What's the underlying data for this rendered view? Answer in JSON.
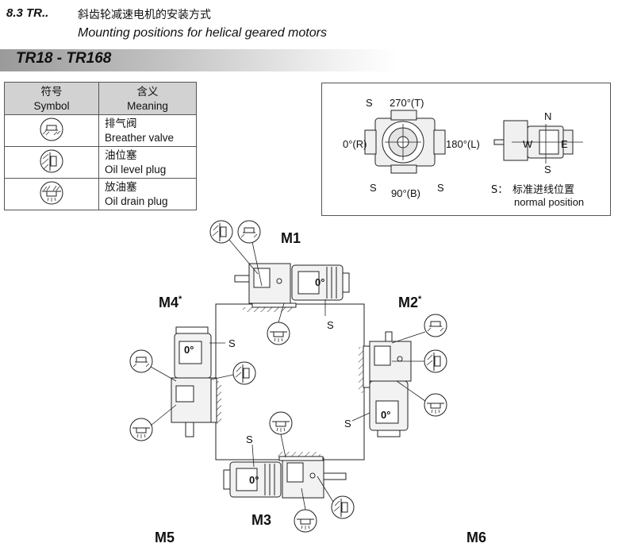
{
  "header": {
    "section_number": "8.3  TR..",
    "title_cn": "斜齿轮减速电机的安装方式",
    "title_en": "Mounting positions for helical geared motors"
  },
  "band_title": "TR18 - TR168",
  "symbol_table": {
    "col1_cn": "符号",
    "col1_en": "Symbol",
    "col2_cn": "含义",
    "col2_en": "Meaning",
    "rows": [
      {
        "icon": "breather-valve-icon",
        "cn": "排气阀",
        "en": "Breather valve"
      },
      {
        "icon": "oil-level-plug-icon",
        "cn": "油位塞",
        "en": "Oil level plug"
      },
      {
        "icon": "oil-drain-plug-icon",
        "cn": "放油塞",
        "en": "Oil drain plug"
      }
    ]
  },
  "terminal_box": {
    "top_angle": "270°(T)",
    "left_angle": "0°(R)",
    "right_angle": "180°(L)",
    "bottom_angle": "90°(B)",
    "s_label": "S",
    "n_label": "N",
    "w_label": "W",
    "e_label": "E",
    "legend_prefix": "S：",
    "legend_cn": "标准进线位置",
    "legend_en": "normal position"
  },
  "positions": {
    "m1": "M1",
    "m2": "M2",
    "m3": "M3",
    "m4": "M4",
    "m5": "M5",
    "m6": "M6",
    "star": "*",
    "zero": "0°",
    "s": "S"
  },
  "colors": {
    "motor_fill": "#f0f0f0",
    "line": "#222222",
    "header_band": "#9a9a9a"
  }
}
